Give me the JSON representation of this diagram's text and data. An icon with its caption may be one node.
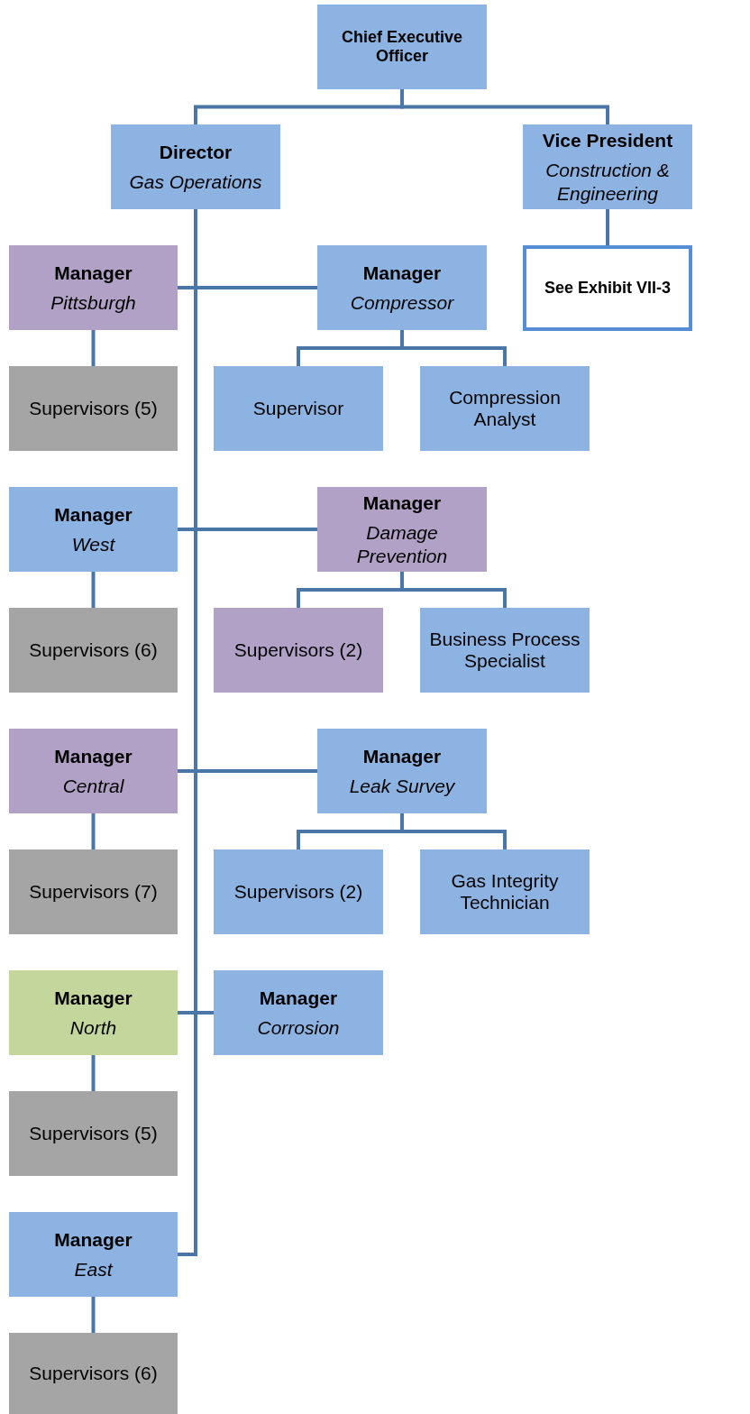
{
  "diagram": {
    "nodes": [
      {
        "text": [
          "Chief Executive Officer"
        ]
      },
      {
        "text": [
          "Director",
          "Gas Operations"
        ]
      },
      {
        "text": [
          "Vice President",
          "Construction & Engineering"
        ]
      },
      {
        "text": [
          "See Exhibit VII-3"
        ]
      },
      {
        "text": [
          "Manager",
          "Pittsburgh"
        ]
      },
      {
        "text": [
          "Supervisors (5)"
        ]
      },
      {
        "text": [
          "Manager",
          "Compressor"
        ]
      },
      {
        "text": [
          "Supervisor"
        ]
      },
      {
        "text": [
          "Compression Analyst"
        ]
      },
      {
        "text": [
          "Manager",
          "West"
        ]
      },
      {
        "text": [
          "Supervisors (6)"
        ]
      },
      {
        "text": [
          "Manager",
          "Damage Prevention"
        ]
      },
      {
        "text": [
          "Supervisors (2)"
        ]
      },
      {
        "text": [
          "Business Process Specialist"
        ]
      },
      {
        "text": [
          "Manager",
          "Central"
        ]
      },
      {
        "text": [
          "Supervisors (7)"
        ]
      },
      {
        "text": [
          "Manager",
          "Leak Survey"
        ]
      },
      {
        "text": [
          "Supervisors (2)"
        ]
      },
      {
        "text": [
          "Gas Integrity Technician"
        ]
      },
      {
        "text": [
          "Manager",
          "North"
        ]
      },
      {
        "text": [
          "Supervisors (5)"
        ]
      },
      {
        "text": [
          "Manager",
          "Corrosion"
        ]
      },
      {
        "text": [
          "Manager",
          "East"
        ]
      },
      {
        "text": [
          "Supervisors (6)"
        ]
      }
    ],
    "edges": [
      {
        "from": 0,
        "to": 1,
        "arrow": "none"
      },
      {
        "from": 0,
        "to": 2,
        "arrow": "none"
      },
      {
        "from": 2,
        "to": 3,
        "arrow": "none"
      },
      {
        "from": 1,
        "to": 4,
        "arrow": "none"
      },
      {
        "from": 1,
        "to": 6,
        "arrow": "none"
      },
      {
        "from": 4,
        "to": 5,
        "arrow": "none"
      },
      {
        "from": 6,
        "to": 7,
        "arrow": "none"
      },
      {
        "from": 6,
        "to": 8,
        "arrow": "none"
      },
      {
        "from": 1,
        "to": 9,
        "arrow": "none"
      },
      {
        "from": 1,
        "to": 11,
        "arrow": "none"
      },
      {
        "from": 9,
        "to": 10,
        "arrow": "none"
      },
      {
        "from": 11,
        "to": 12,
        "arrow": "none"
      },
      {
        "from": 11,
        "to": 13,
        "arrow": "none"
      },
      {
        "from": 1,
        "to": 14,
        "arrow": "none"
      },
      {
        "from": 1,
        "to": 16,
        "arrow": "none"
      },
      {
        "from": 14,
        "to": 15,
        "arrow": "none"
      },
      {
        "from": 16,
        "to": 17,
        "arrow": "none"
      },
      {
        "from": 16,
        "to": 18,
        "arrow": "none"
      },
      {
        "from": 1,
        "to": 19,
        "arrow": "none"
      },
      {
        "from": 1,
        "to": 21,
        "arrow": "none"
      },
      {
        "from": 19,
        "to": 20,
        "arrow": "none"
      },
      {
        "from": 1,
        "to": 22,
        "arrow": "none"
      },
      {
        "from": 22,
        "to": 23,
        "arrow": "none"
      }
    ]
  }
}
